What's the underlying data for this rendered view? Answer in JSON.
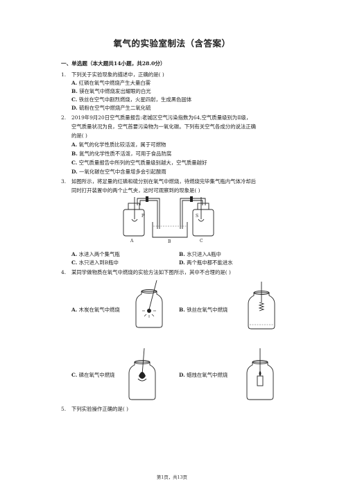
{
  "title": "氧气的实验室制法（含答案）",
  "section": "一、单选题（本大题共14小题，共28.0分）",
  "q1": {
    "num": "1.",
    "stem": "下列关于实验现象的描述中，正确的是(    )",
    "options": [
      {
        "label": "A.",
        "text": "红磷在氧气中燃烧产生大量白雾"
      },
      {
        "label": "B.",
        "text": "镁在氧气中燃烧发出耀眼的白光"
      },
      {
        "label": "C.",
        "text": "铁丝在空气中剧烈燃烧，火星四射，生成黑色固体"
      },
      {
        "label": "D.",
        "text": "硫粉在空气中燃烧产生二氧化硫"
      }
    ]
  },
  "q2": {
    "num": "2.",
    "stem1": "2019年9月20日空气质量报告:老城区空气污染指数为64,空气质量级别为Ⅱ级，",
    "stem2": "空气质量状况为良，空气首要污染物为一氧化碳。下列有关空气各成分的说法正确",
    "stem3": "的是(    )",
    "options": [
      {
        "label": "A.",
        "text": "氧气的化学性质比较活泼，属于可燃物"
      },
      {
        "label": "B.",
        "text": "氮气的化学性质不活泼，可用于食品防腐"
      },
      {
        "label": "C.",
        "text": "空气质量报告中所列的空气质量级别越大，空气质量越好"
      },
      {
        "label": "D.",
        "text": "一氧化碳在空气中含量增多会引起酸雨"
      }
    ]
  },
  "q3": {
    "num": "3.",
    "stem1": "如图所示，将足量的红磷和硫分别在氧气中燃烧，待燃烧完毕集气瓶内气体冷却后",
    "stem2": "同时打开装置中的两个止气夹，这时可观察到的现象是(    )",
    "figure_labels": {
      "p": "P",
      "s": "S",
      "a": "A",
      "b": "B",
      "c": "C"
    },
    "options": [
      {
        "label": "A.",
        "text": "水进入两个集气瓶"
      },
      {
        "label": "B.",
        "text": "水只进入A瓶中"
      },
      {
        "label": "C.",
        "text": "水只进入到B瓶中"
      },
      {
        "label": "D.",
        "text": "两个瓶中都不能进水"
      }
    ]
  },
  "q4": {
    "num": "4.",
    "stem": "某同学做物质在氧气中燃烧的实验方法如下图所示，其中不合理的是(    )",
    "options": [
      {
        "label": "A.",
        "text": "木炭在氧气中燃烧"
      },
      {
        "label": "B.",
        "text": "铁丝在氧气中燃烧"
      },
      {
        "label": "C.",
        "text": "磷在氧气中燃烧"
      },
      {
        "label": "D.",
        "text": "蜡烛在氧气中燃烧"
      }
    ]
  },
  "q5": {
    "num": "5.",
    "stem": "下列实验操作正确的是(    )"
  },
  "footer": "第1页，共13页"
}
